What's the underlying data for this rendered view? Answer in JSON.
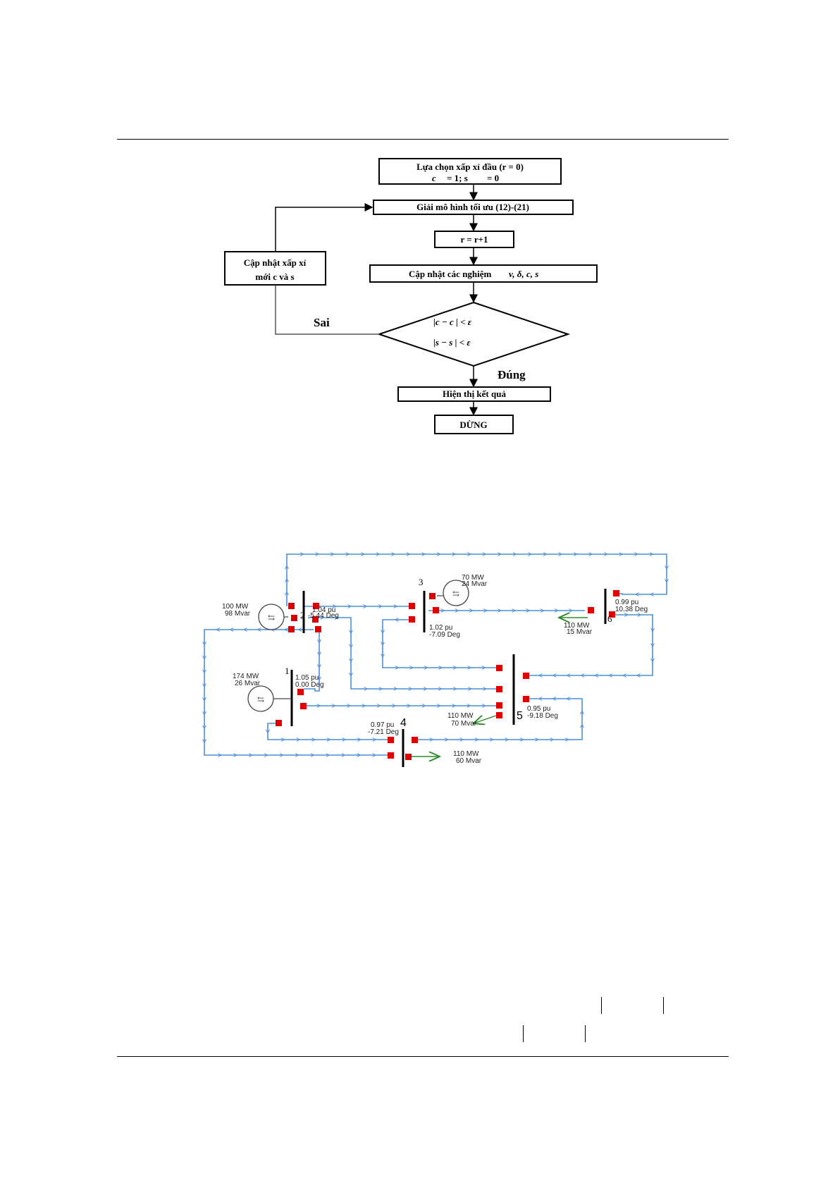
{
  "flowchart": {
    "step_init_line1": "Lựa chọn xấp xỉ đầu (r = 0)",
    "step_init_line2": "c",
    "step_init_line2_b": "= 1; s",
    "step_init_line2_c": "= 0",
    "step_solve": "Giải mô hình tối ưu (12)-(21)",
    "step_increment": "r = r+1",
    "step_update": "Cập nhật các nghiệm",
    "step_update_vars": "v, δ, c, s",
    "step_approx_line1": "Cập nhật xấp xỉ",
    "step_approx_line2": "mới  c   và  s",
    "cond_line1": "|c   − c     | < ε",
    "cond_line2": "|s   − s     | < ε",
    "label_false": "Sai",
    "label_true": "Đúng",
    "step_display": "Hiện thị kết quả",
    "step_stop": "DỪNG"
  },
  "network": {
    "bus1": {
      "id": "1",
      "voltage": "1.05 pu",
      "angle": "0.00 Deg"
    },
    "bus2": {
      "id": "2",
      "voltage": "1.04 pu",
      "angle": "-5.44 Deg"
    },
    "bus3": {
      "id": "3",
      "voltage": "1.02 pu",
      "angle": "-7.09 Deg"
    },
    "bus4": {
      "id": "4",
      "voltage": "0.97 pu",
      "angle": "-7.21 Deg"
    },
    "bus5": {
      "id": "5",
      "voltage": "0.95 pu",
      "angle": "-9.18 Deg"
    },
    "bus6": {
      "id": "6",
      "voltage": "0.99 pu",
      "angle": "10.38 Deg"
    },
    "gen1": {
      "mw": "174 MW",
      "mvar": "26 Mvar"
    },
    "gen2": {
      "mw": "100 MW",
      "mvar": "98 Mvar"
    },
    "gen3": {
      "mw": "70 MW",
      "mvar": "24 Mvar"
    },
    "load4": {
      "mw": "110 MW",
      "mvar": "60 Mvar"
    },
    "load5": {
      "mw": "110 MW",
      "mvar": "70 Mvar"
    },
    "load6": {
      "mw": "110 MW",
      "mvar": "15 Mvar"
    }
  }
}
